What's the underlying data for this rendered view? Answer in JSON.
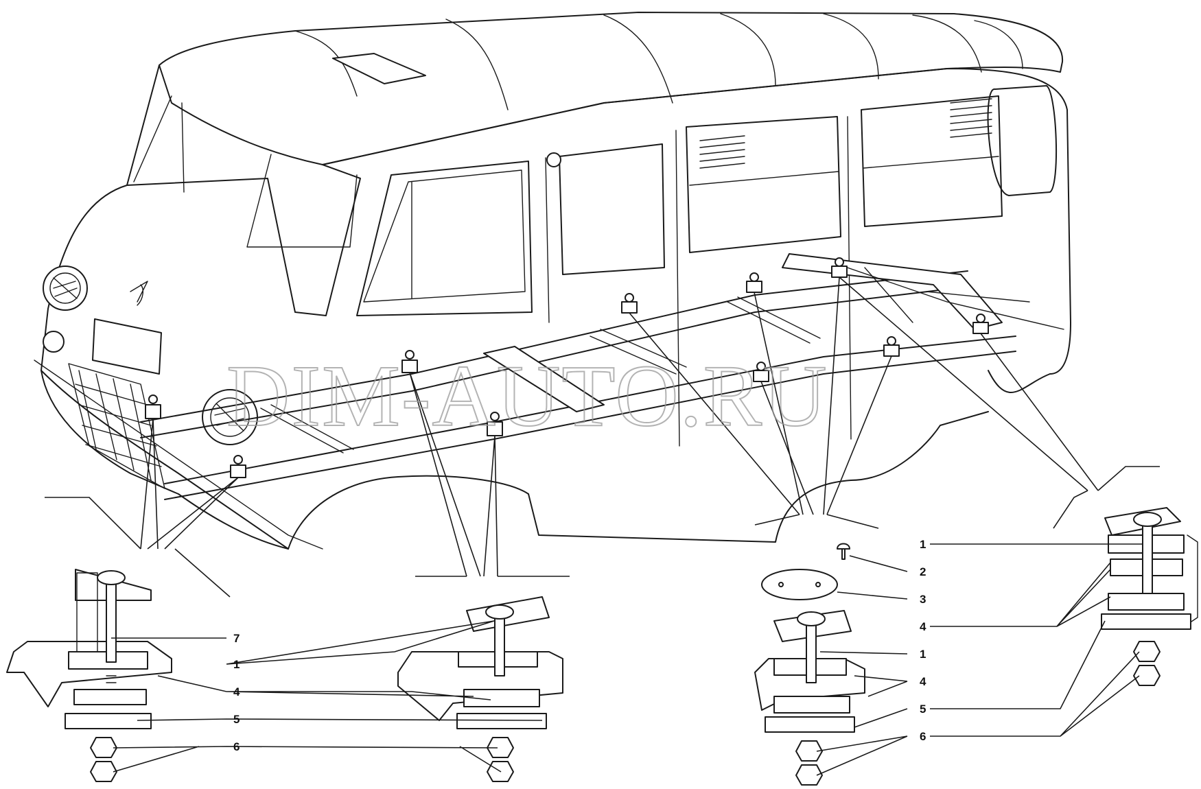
{
  "watermark": "DIM-AUTO.RU",
  "callouts": {
    "group_a": [
      "7",
      "1",
      "4",
      "5",
      "6"
    ],
    "group_b": [
      "1",
      "2",
      "3",
      "1",
      "4",
      "5",
      "6",
      "4"
    ]
  },
  "colors": {
    "ink": "#1a1a1a",
    "paper": "#ffffff",
    "watermark": "#9a9a9a"
  }
}
